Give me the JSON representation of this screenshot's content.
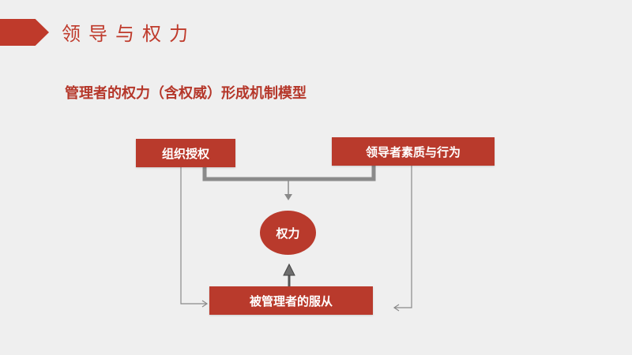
{
  "header": {
    "title": "领导与权力"
  },
  "subtitle": "管理者的权力（含权威）形成机制模型",
  "diagram": {
    "nodes": {
      "org_authorization": "组织授权",
      "leader_qualities": "领导者素质与行为",
      "power": "权力",
      "follower_compliance": "被管理者的服从"
    }
  },
  "colors": {
    "accent": "#bf3a2b",
    "connector": "#8a8a8a",
    "background": "#efefef"
  }
}
